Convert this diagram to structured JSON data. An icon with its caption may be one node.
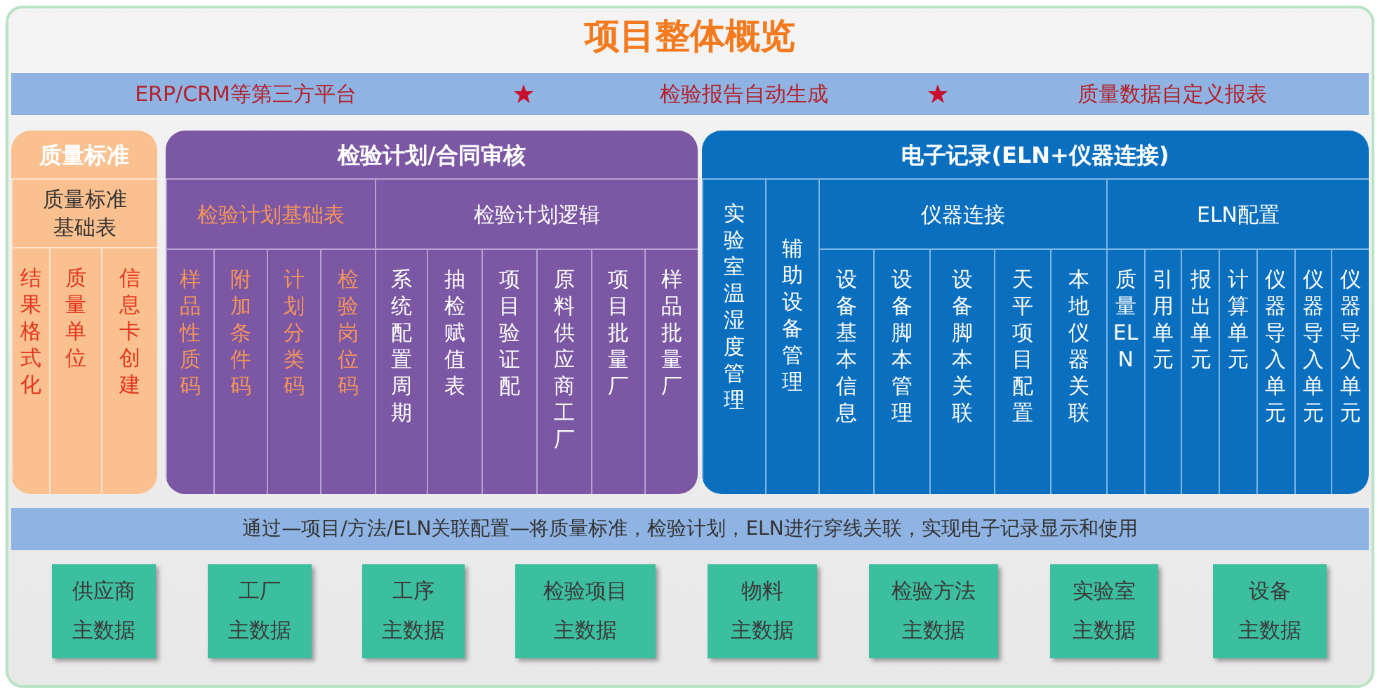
{
  "diagram": {
    "title": "项目整体概览",
    "nodes": [
      {
        "text": [
          "ERP/CRM等第三方平台",
          "检验报告自动生成",
          "质量数据自定义报表"
        ]
      },
      {
        "text": [
          "质量标准"
        ]
      },
      {
        "text": [
          "质量标准基础表"
        ],
        "in": 1
      },
      {
        "text": [
          "结果格式化"
        ],
        "in": 1
      },
      {
        "text": [
          "质量单位"
        ],
        "in": 1
      },
      {
        "text": [
          "信息卡创建"
        ],
        "in": 1
      },
      {
        "text": [
          "检验计划/合同审核"
        ]
      },
      {
        "text": [
          "检验计划基础表"
        ],
        "in": 6
      },
      {
        "text": [
          "检验计划逻辑"
        ],
        "in": 6
      },
      {
        "text": [
          "样品性质码"
        ],
        "in": 6
      },
      {
        "text": [
          "附加条件码"
        ],
        "in": 6
      },
      {
        "text": [
          "计划分类码"
        ],
        "in": 6
      },
      {
        "text": [
          "检验岗位码"
        ],
        "in": 6
      },
      {
        "text": [
          "系统配置周期"
        ],
        "in": 6
      },
      {
        "text": [
          "抽检赋值表"
        ],
        "in": 6
      },
      {
        "text": [
          "项目验证配"
        ],
        "in": 6
      },
      {
        "text": [
          "原料供应商工厂"
        ],
        "in": 6
      },
      {
        "text": [
          "项目批量厂"
        ],
        "in": 6
      },
      {
        "text": [
          "样品批量厂"
        ],
        "in": 6
      },
      {
        "text": [
          "电子记录(ELN+仪器连接)"
        ]
      },
      {
        "text": [
          "实验室温湿度管理"
        ],
        "in": 19
      },
      {
        "text": [
          "辅助设备管理"
        ],
        "in": 19
      },
      {
        "text": [
          "仪器连接"
        ],
        "in": 19
      },
      {
        "text": [
          "设备基本信息"
        ],
        "in": 19
      },
      {
        "text": [
          "设备脚本管理"
        ],
        "in": 19
      },
      {
        "text": [
          "设备脚本关联"
        ],
        "in": 19
      },
      {
        "text": [
          "天平项目配置"
        ],
        "in": 19
      },
      {
        "text": [
          "本地仪器关联"
        ],
        "in": 19
      },
      {
        "text": [
          "ELN配置"
        ],
        "in": 19
      },
      {
        "text": [
          "质量ELN"
        ],
        "in": 19
      },
      {
        "text": [
          "引用单元"
        ],
        "in": 19
      },
      {
        "text": [
          "报出单元"
        ],
        "in": 19
      },
      {
        "text": [
          "计算单元"
        ],
        "in": 19
      },
      {
        "text": [
          "仪器导入单元"
        ],
        "in": 19
      },
      {
        "text": [
          "仪器导入单元"
        ],
        "in": 19
      },
      {
        "text": [
          "仪器导入单元"
        ],
        "in": 19
      },
      {
        "text": [
          "通过—项目/方法/ELN关联配置—将质量标准，检验计划，ELN进行穿线关联，实现电子记录显示和使用"
        ]
      },
      {
        "text": [
          "供应商",
          "主数据"
        ]
      },
      {
        "text": [
          "工厂",
          "主数据"
        ]
      },
      {
        "text": [
          "工序",
          "主数据"
        ]
      },
      {
        "text": [
          "检验项目",
          "主数据"
        ]
      },
      {
        "text": [
          "物料",
          "主数据"
        ]
      },
      {
        "text": [
          "检验方法",
          "主数据"
        ]
      },
      {
        "text": [
          "实验室",
          "主数据"
        ]
      },
      {
        "text": [
          "设备",
          "主数据"
        ]
      }
    ]
  }
}
